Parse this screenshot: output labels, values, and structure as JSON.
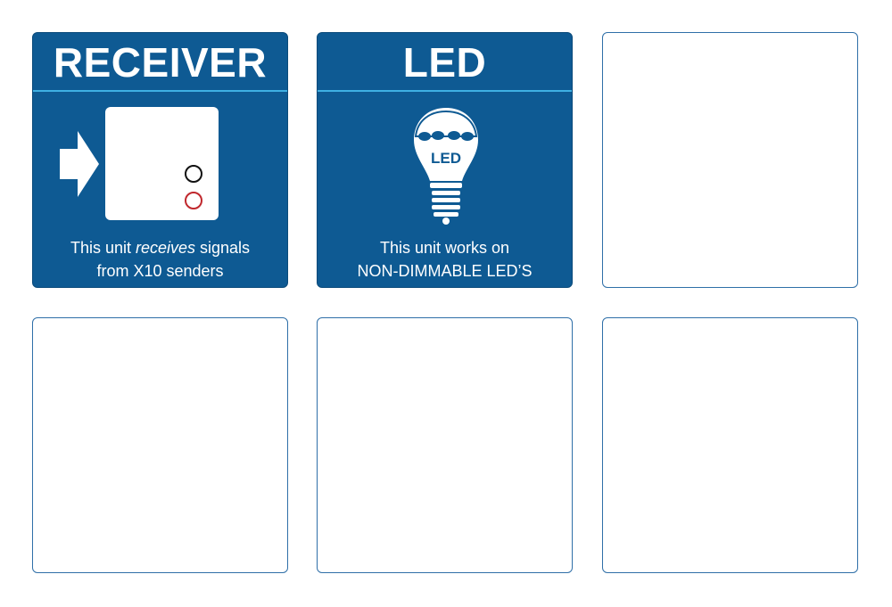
{
  "tiles": {
    "receiver": {
      "title": "RECEIVER",
      "caption_prefix": "This unit ",
      "caption_em": "receives",
      "caption_suffix": " signals",
      "caption_line2": "from X10 senders",
      "indicator_colors": [
        "#111111",
        "#c0282d"
      ]
    },
    "led": {
      "title": "LED",
      "bulb_label": "LED",
      "caption_line1": "This unit works on",
      "caption_line2": "NON-DIMMABLE LED’S"
    }
  },
  "colors": {
    "tile_blue": "#0e5a93",
    "accent_rule": "#3fb0e3",
    "empty_border": "#2f6fa8"
  },
  "icons": [
    "arrow-right-icon",
    "receiver-device-icon",
    "led-bulb-icon"
  ]
}
